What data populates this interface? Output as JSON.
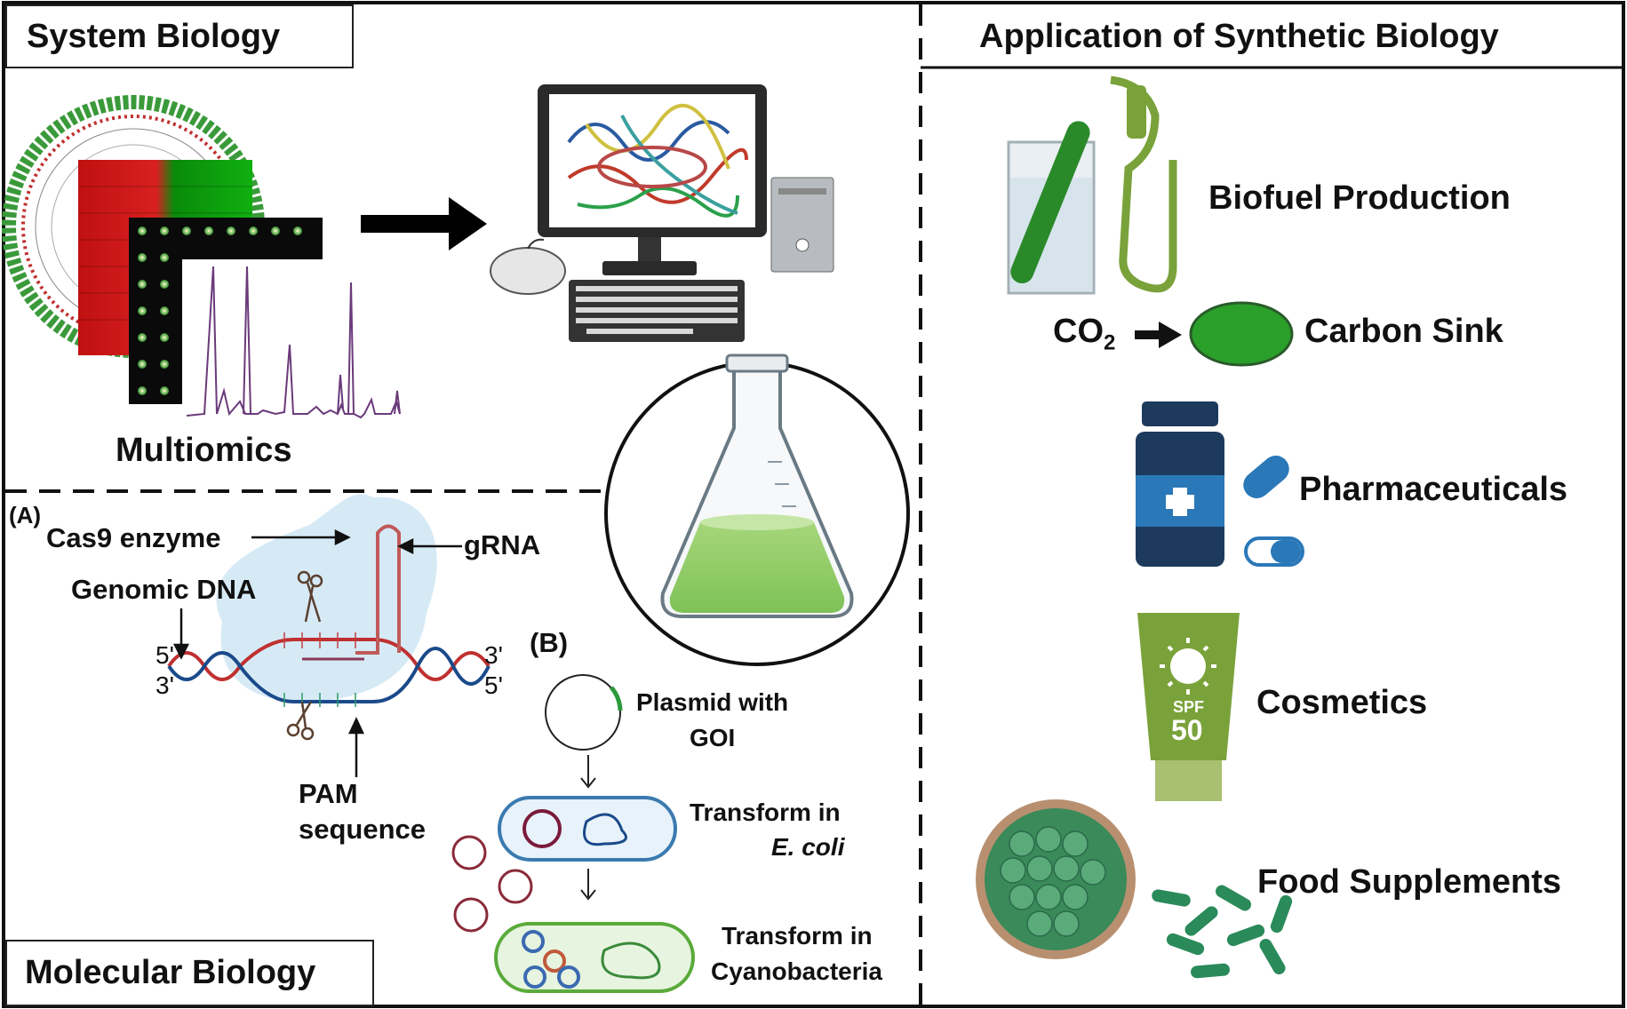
{
  "system_biology": {
    "title": "System Biology",
    "multiomics_label": "Multiomics"
  },
  "molecular_biology": {
    "title": "Molecular Biology",
    "panel_a": {
      "marker": "(A)",
      "cas9_label": "Cas9  enzyme",
      "grna_label": "gRNA",
      "genomic_dna_label": "Genomic DNA",
      "pam_line1": "PAM",
      "pam_line2": "sequence",
      "five_prime": "5'",
      "three_prime": "3'",
      "three_prime_right": "3'",
      "five_prime_right": "5'"
    },
    "panel_b": {
      "marker": "(B)",
      "plasmid_line1": "Plasmid with",
      "plasmid_line2": "GOI",
      "ecoli_line1": "Transform  in",
      "ecoli_line2": "E. coli",
      "cyano_line1": "Transform  in",
      "cyano_line2": "Cyanobacteria"
    }
  },
  "applications": {
    "title": "Application of Synthetic Biology",
    "biofuel": "Biofuel Production",
    "co2": "CO",
    "co2_sub": "2",
    "carbon_sink": "Carbon Sink",
    "pharmaceuticals": "Pharmaceuticals",
    "cosmetics": "Cosmetics",
    "spf_label": "SPF",
    "spf_value": "50",
    "food_supplements": "Food Supplements"
  },
  "colors": {
    "algae_green": "#2aa02a",
    "bottle_navy": "#1d3a5c",
    "bottle_blue": "#2a78b8",
    "sunscreen_green": "#7aa23a",
    "tablet_green": "#4a9a70"
  }
}
